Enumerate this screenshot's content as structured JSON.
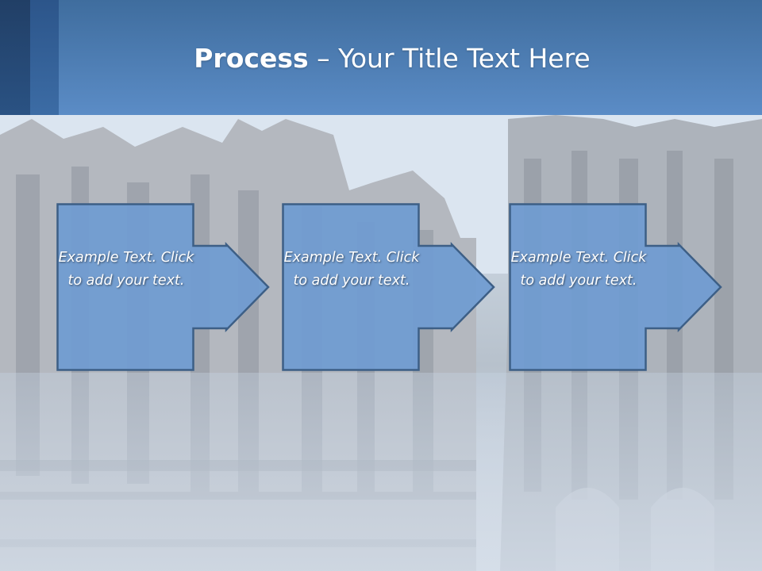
{
  "slide": {
    "title_bold": "Process",
    "title_rest": " – Your Title Text Here"
  },
  "steps": [
    {
      "text": "Example Text. Click  to add your text."
    },
    {
      "text": "Example Text. Click  to add your text."
    },
    {
      "text": "Example Text. Click  to add your text."
    }
  ],
  "colors": {
    "header": "#5b8cc6",
    "box_fill": "#6f9bd1",
    "box_stroke": "#3d5f86"
  }
}
